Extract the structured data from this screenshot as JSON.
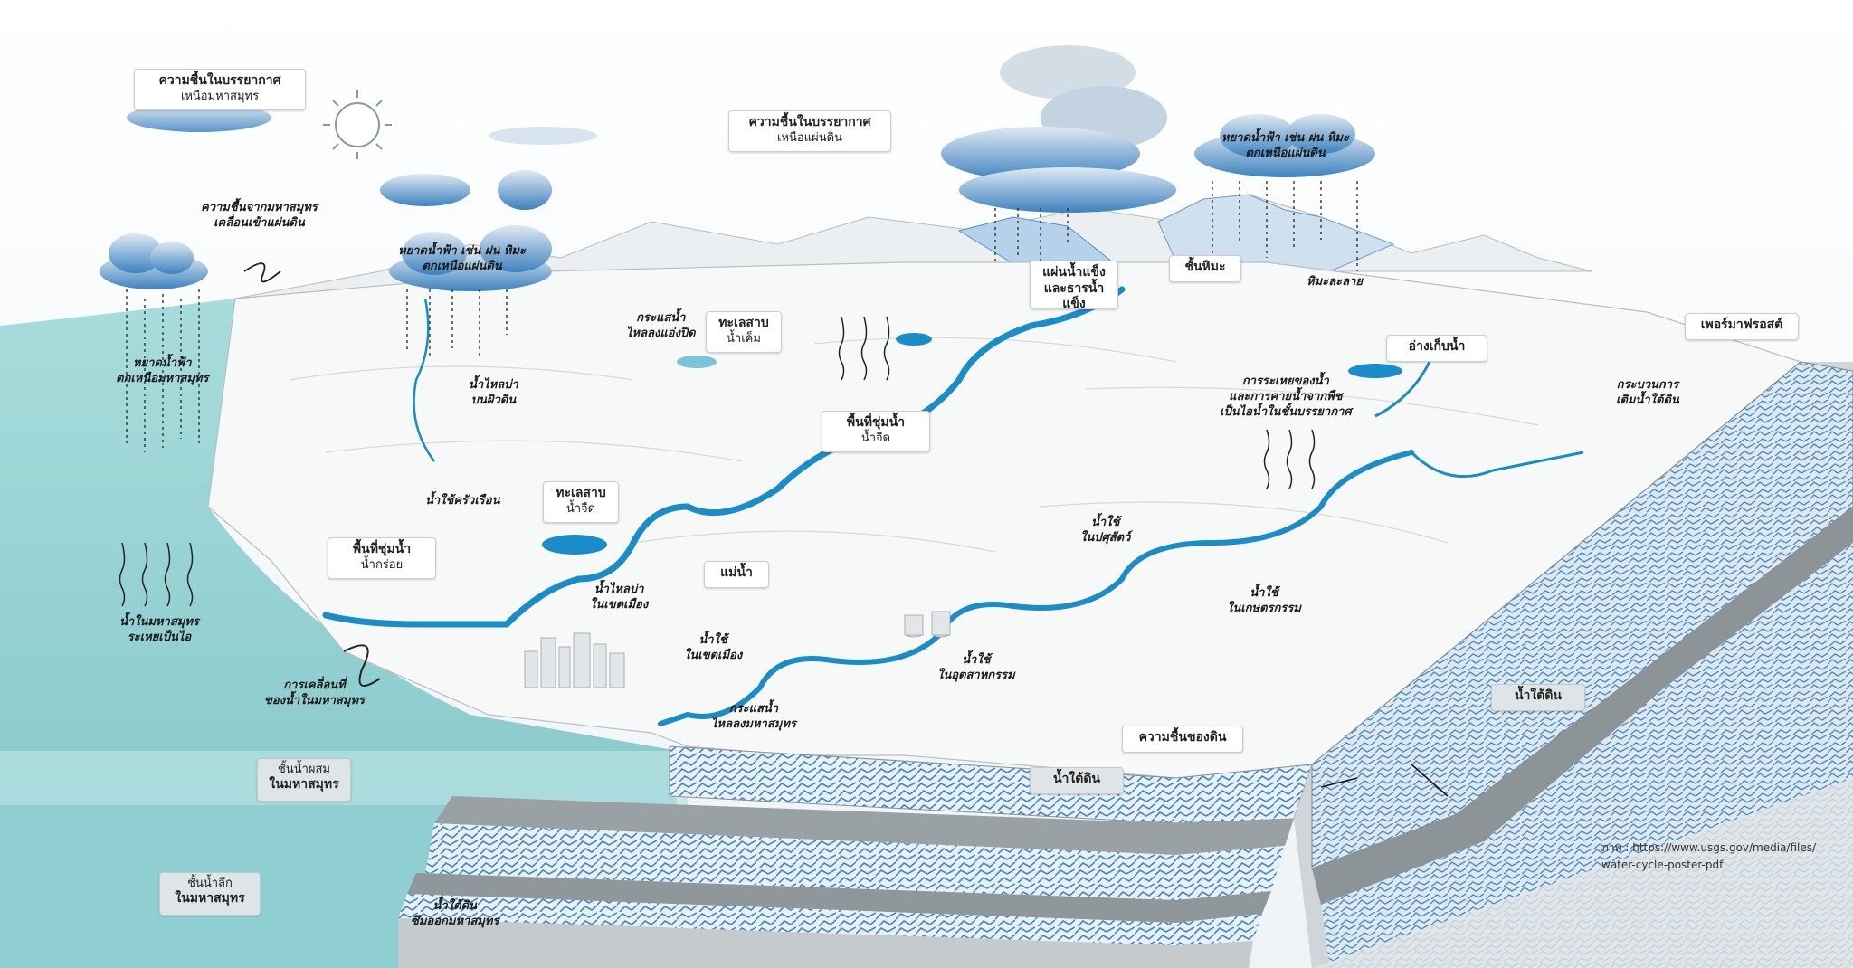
{
  "labels": {
    "atm_ocean": {
      "line1": "ความชื้นในบรรยากาศ",
      "line2": "เหนือมหาสมุทร"
    },
    "atm_land": {
      "line1": "ความชื้นในบรรยากาศ",
      "line2": "เหนือแผ่นดิน"
    },
    "moisture_move": {
      "line1": "ความชื้นจากมหาสมุทร",
      "line2": "เคลื่อนเข้าแผ่นดิน"
    },
    "precip_land_left": {
      "line1": "หยาดน้ำฟ้า เช่น ฝน หิมะ",
      "line2": "ตกเหนือแผ่นดิน"
    },
    "precip_land_right": {
      "line1": "หยาดน้ำฟ้า เช่น ฝน หิมะ",
      "line2": "ตกเหนือแผ่นดิน"
    },
    "precip_ocean": {
      "line1": "หยาดน้ำฟ้า",
      "line2": "ตกเหนือมหาสมุทร"
    },
    "ocean_evap": {
      "line1": "น้ำในมหาสมุทร",
      "line2": "ระเหยเป็นไอ"
    },
    "ocean_circulation": {
      "line1": "การเคลื่อนที่",
      "line2": "ของน้ำในมหาสมุทร"
    },
    "surface_runoff": {
      "line1": "น้ำไหลบ่า",
      "line2": "บนผิวดิน"
    },
    "domestic_use": {
      "line1": "น้ำใช้ครัวเรือน"
    },
    "brackish_wetland": {
      "line1": "พื้นที่ชุ่มน้ำ",
      "line2": "น้ำกร่อย"
    },
    "freshwater_lake_low": {
      "line1": "ทะเลสาบ",
      "line2": "น้ำจืด"
    },
    "saline_lake": {
      "line1": "ทะเลสาบ",
      "line2": "น้ำเค็ม"
    },
    "closed_basin_flow": {
      "line1": "กระแสน้ำ",
      "line2": "ไหลลงแอ่งปิด"
    },
    "freshwater_wetland": {
      "line1": "พื้นที่ชุ่มน้ำ",
      "line2": "น้ำจืด"
    },
    "ice_glacier": {
      "line1": "แผ่นน้ำแข็ง",
      "line2": "และธารน้ำแข็ง"
    },
    "snowpack": {
      "line1": "ชั้นหิมะ"
    },
    "snowmelt": {
      "line1": "หิมะละลาย"
    },
    "reservoir": {
      "line1": "อ่างเก็บน้ำ"
    },
    "permafrost": {
      "line1": "เพอร์มาฟรอสต์"
    },
    "evapotranspiration": {
      "line1": "การระเหยของน้ำ",
      "line2": "และการคายน้ำจากพืช",
      "line3": "เป็นไอน้ำในชั้นบรรยากาศ"
    },
    "recharge": {
      "line1": "กระบวนการ",
      "line2": "เติมน้ำใต้ดิน"
    },
    "livestock_use": {
      "line1": "น้ำใช้",
      "line2": "ในปศุสัตว์"
    },
    "agri_use": {
      "line1": "น้ำใช้",
      "line2": "ในเกษตรกรรม"
    },
    "river": {
      "line1": "แม่น้ำ"
    },
    "urban_runoff": {
      "line1": "น้ำไหลบ่า",
      "line2": "ในเขตเมือง"
    },
    "urban_use": {
      "line1": "น้ำใช้",
      "line2": "ในเขตเมือง"
    },
    "industrial_use": {
      "line1": "น้ำใช้",
      "line2": "ในอุตสาหกรรม"
    },
    "streamflow_ocean": {
      "line1": "กระแสน้ำ",
      "line2": "ไหลลงมหาสมุทร"
    },
    "soil_moisture": {
      "line1": "ความชื้นของดิน"
    },
    "groundwater_front": {
      "line1": "น้ำใต้ดิน"
    },
    "groundwater_side": {
      "line1": "น้ำใต้ดิน"
    },
    "mixed_layer": {
      "line1": "ชั้นน้ำผสม",
      "line2": "ในมหาสมุทร"
    },
    "deep_layer": {
      "line1": "ชั้นน้ำลึก",
      "line2": "ในมหาสมุทร"
    },
    "submarine_discharge": {
      "line1": "น้ำใต้ดิน",
      "line2": "ซึมออกมหาสมุทร"
    }
  },
  "credit": {
    "line1": "ภาพ : https://www.usgs.gov/media/files/",
    "line2": "water-cycle-poster-pdf"
  },
  "colors": {
    "ocean": "#8ecfd0",
    "ocean_deep": "#6fbcc0",
    "river": "#1a8cc7",
    "cloud": "#4f8fc4",
    "ground": "#bfc4c7",
    "rock": "#5a9ac8"
  }
}
